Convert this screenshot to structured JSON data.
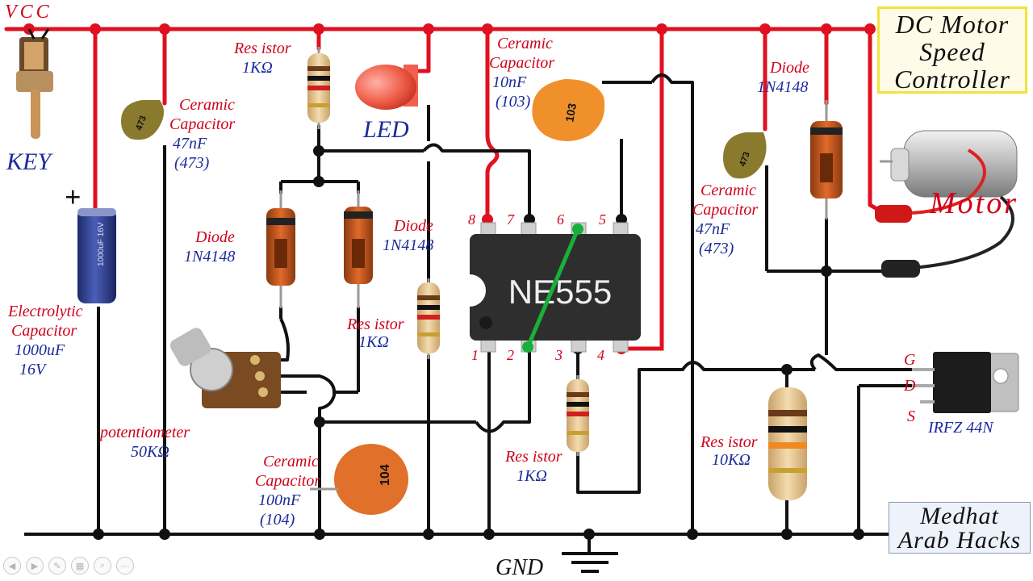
{
  "title": {
    "line1": "DC  Motor",
    "line2": "Speed",
    "line3": "Controller"
  },
  "author": {
    "line1": "Medhat",
    "line2": "Arab Hacks"
  },
  "rails": {
    "vcc": "VCC",
    "gnd": "GND"
  },
  "chip": {
    "name": "NE555",
    "pins": [
      "1",
      "2",
      "3",
      "4",
      "5",
      "6",
      "7",
      "8"
    ]
  },
  "components": {
    "key": "KEY",
    "led": "LED",
    "motor": "Motor",
    "plus": "+",
    "res1": {
      "name": "Res istor",
      "value": "1KΩ"
    },
    "res2": {
      "name": "Res istor",
      "value": "1KΩ"
    },
    "res3": {
      "name": "Res istor",
      "value": "1KΩ"
    },
    "res4": {
      "name": "Res istor",
      "value": "10KΩ"
    },
    "cap47a": {
      "name1": "Ceramic",
      "name2": "Capacitor",
      "value": "47nF",
      "code": "(473)",
      "marking": "473"
    },
    "cap10": {
      "name1": "Ceramic",
      "name2": "Capacitor",
      "value": "10nF",
      "code": "(103)",
      "marking": "103"
    },
    "cap47b": {
      "name1": "Ceramic",
      "name2": "Capacitor",
      "value": "47nF",
      "code": "(473)",
      "marking": "473"
    },
    "cap100": {
      "name1": "Ceramic",
      "name2": "Capacitor",
      "value": "100nF",
      "code": "(104)",
      "marking": "104"
    },
    "elec": {
      "name1": "Electrolytic",
      "name2": "Capacitor",
      "value": "1000uF",
      "voltage": "16V"
    },
    "diode1": {
      "name": "Diode",
      "value": "1N4148"
    },
    "diode2": {
      "name": "Diode",
      "value": "1N4148"
    },
    "diode3": {
      "name": "Diode",
      "value": "1N4148"
    },
    "pot": {
      "name": "potentiometer",
      "value": "50KΩ"
    },
    "mosfet": {
      "name": "IRFZ 44N",
      "g": "G",
      "d": "D",
      "s": "S"
    }
  },
  "colors": {
    "vcc_wire": "#e01020",
    "wire": "#111111",
    "pin6_link": "#18b03a",
    "label_red": "#d0021b",
    "label_blue": "#1a2a9a"
  },
  "toolbar": [
    "prev-icon",
    "next-icon",
    "pen-icon",
    "slides-icon",
    "zoom-icon",
    "more-icon"
  ]
}
